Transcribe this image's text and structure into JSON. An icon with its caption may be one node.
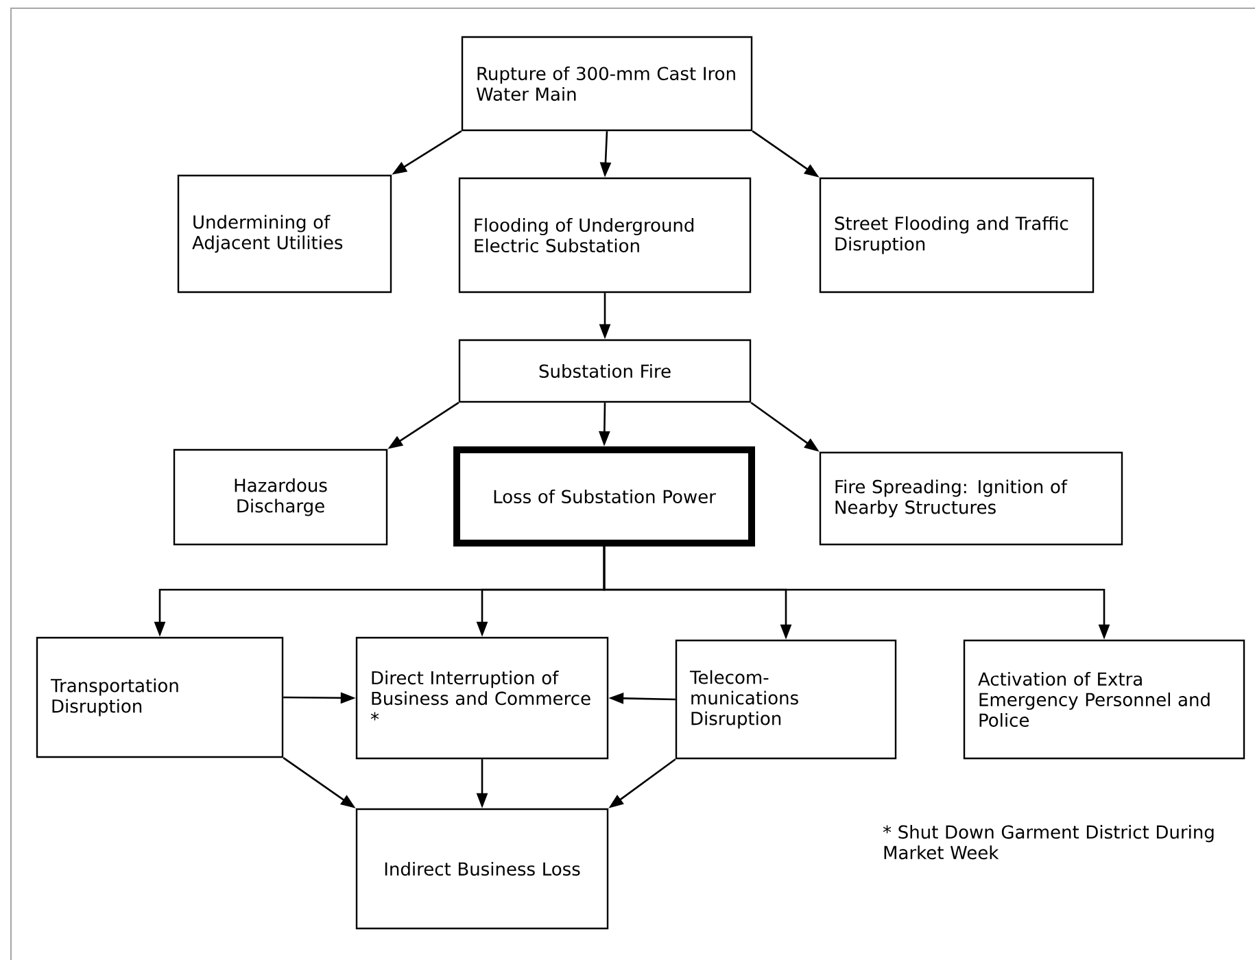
{
  "diagram": {
    "nodes": [
      {
        "text": [
          "Rupture of 300-mm Cast Iron Water Main"
        ]
      },
      {
        "text": [
          "Undermining of Adjacent Utilities"
        ]
      },
      {
        "text": [
          "Flooding of Underground Electric Substation"
        ]
      },
      {
        "text": [
          "Street Flooding and Traffic Disruption"
        ]
      },
      {
        "text": [
          "Substation Fire"
        ]
      },
      {
        "text": [
          "Hazardous Discharge"
        ]
      },
      {
        "text": [
          "Loss of Substation Power"
        ]
      },
      {
        "text": [
          "Fire Spreading: Ignition of Nearby Structures"
        ]
      },
      {
        "text": [
          "Transportation Disruption"
        ]
      },
      {
        "text": [
          "Direct Interruption of Business and Commerce *"
        ]
      },
      {
        "text": [
          "Telecom- munications Disruption"
        ]
      },
      {
        "text": [
          "Activation of Extra Emergency Personnel and Police"
        ]
      },
      {
        "text": [
          "Indirect Business Loss"
        ]
      }
    ],
    "edges": [
      {
        "from": 0,
        "to": 1,
        "arrow": "to"
      },
      {
        "from": 0,
        "to": 2,
        "arrow": "to"
      },
      {
        "from": 0,
        "to": 3,
        "arrow": "to"
      },
      {
        "from": 2,
        "to": 4,
        "arrow": "to"
      },
      {
        "from": 4,
        "to": 5,
        "arrow": "to"
      },
      {
        "from": 4,
        "to": 6,
        "arrow": "to"
      },
      {
        "from": 4,
        "to": 7,
        "arrow": "to"
      },
      {
        "from": 6,
        "to": 8,
        "arrow": "to"
      },
      {
        "from": 6,
        "to": 9,
        "arrow": "to"
      },
      {
        "from": 6,
        "to": 10,
        "arrow": "to"
      },
      {
        "from": 6,
        "to": 11,
        "arrow": "to"
      },
      {
        "from": 8,
        "to": 9,
        "arrow": "to"
      },
      {
        "from": 10,
        "to": 9,
        "arrow": "to"
      },
      {
        "from": 8,
        "to": 12,
        "arrow": "to"
      },
      {
        "from": 9,
        "to": 12,
        "arrow": "to"
      },
      {
        "from": 10,
        "to": 12,
        "arrow": "to"
      }
    ],
    "labels": [
      "* Shut Down Garment District During Market Week"
    ]
  }
}
